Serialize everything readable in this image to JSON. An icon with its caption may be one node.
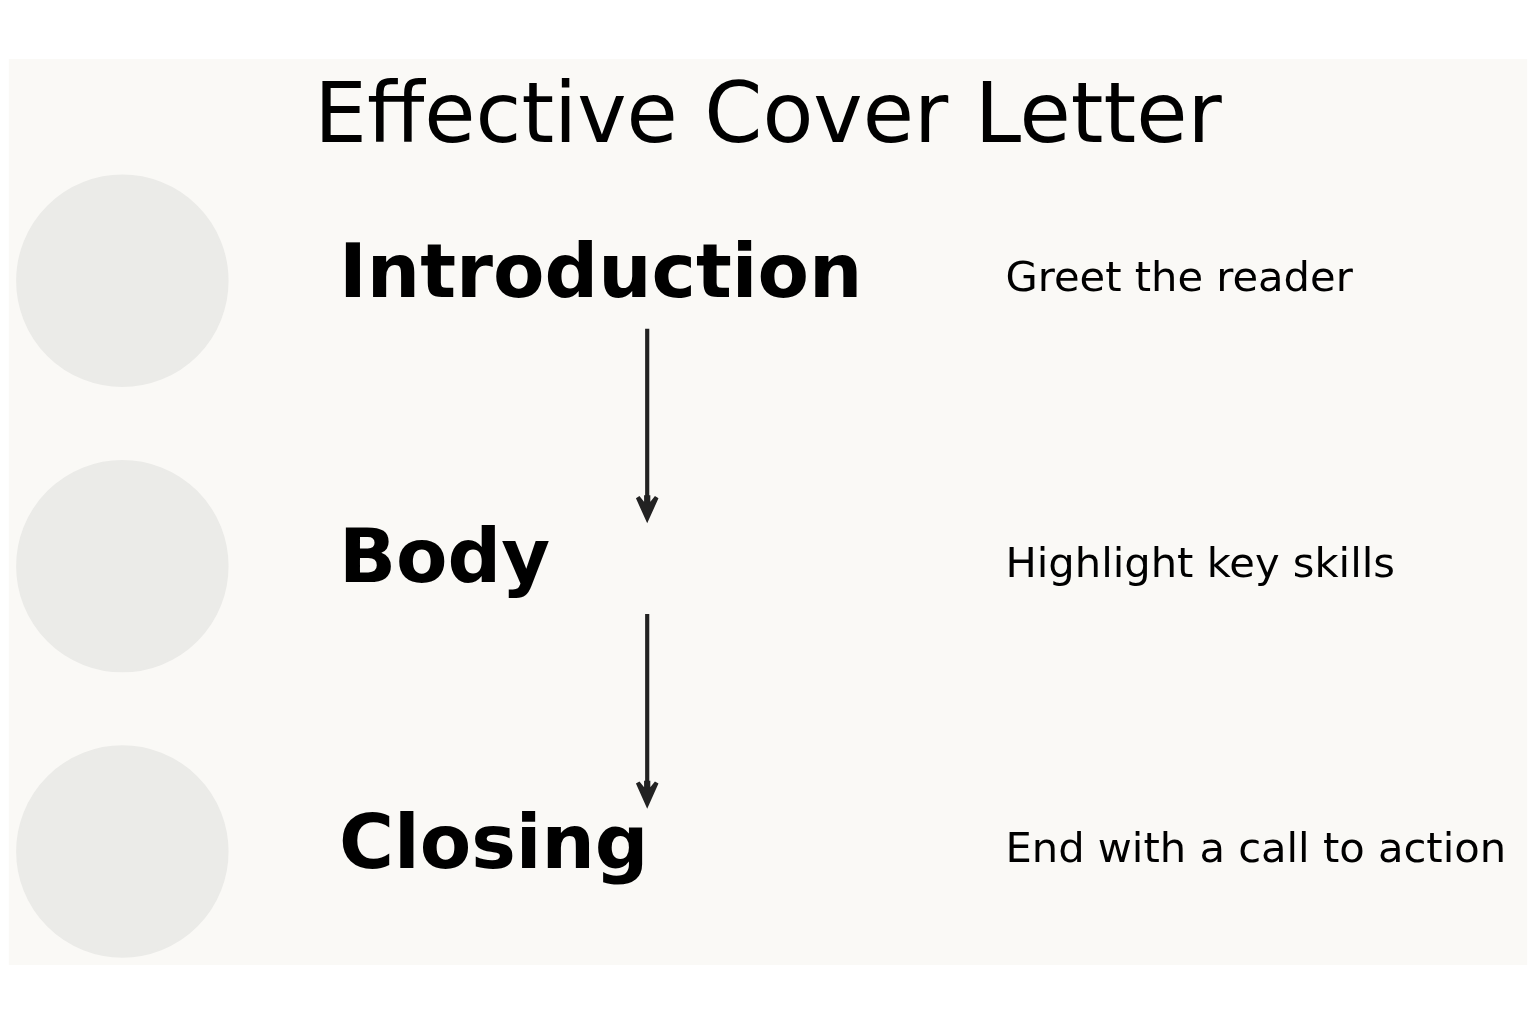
{
  "diagram": {
    "title": "Effective Cover Letter",
    "nodes": [
      {
        "text": [],
        "shape": "circle"
      },
      {
        "text": [
          "Introduction"
        ],
        "beside": [
          "Greet the reader"
        ]
      },
      {
        "text": [],
        "shape": "circle"
      },
      {
        "text": [
          "Body"
        ],
        "beside": [
          "Highlight key skills"
        ]
      },
      {
        "text": [],
        "shape": "circle"
      },
      {
        "text": [
          "Closing"
        ],
        "beside": [
          "End with a call to action"
        ]
      }
    ],
    "edges": [
      {
        "from": 1,
        "to": 3,
        "arrow": "to"
      },
      {
        "from": 3,
        "to": 5,
        "arrow": "to"
      }
    ]
  }
}
